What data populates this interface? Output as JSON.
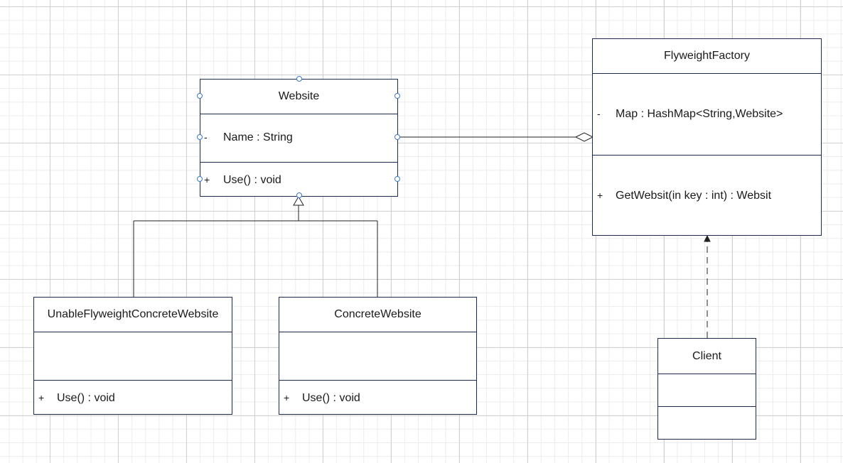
{
  "diagram": {
    "website": {
      "name": "Website",
      "attributes": [
        {
          "visibility": "-",
          "text": "Name : String"
        }
      ],
      "operations": [
        {
          "visibility": "+",
          "text": "Use() : void"
        }
      ]
    },
    "flyweight_factory": {
      "name": "FlyweightFactory",
      "attributes": [
        {
          "visibility": "-",
          "text": "Map : HashMap<String,Website>"
        }
      ],
      "operations": [
        {
          "visibility": "+",
          "text": "GetWebsit(in key : int) : Websit"
        }
      ]
    },
    "unable_flyweight_concrete_website": {
      "name": "UnableFlyweightConcreteWebsite",
      "operations": [
        {
          "visibility": "+",
          "text": "Use() : void"
        }
      ]
    },
    "concrete_website": {
      "name": "ConcreteWebsite",
      "operations": [
        {
          "visibility": "+",
          "text": "Use() : void"
        }
      ]
    },
    "client": {
      "name": "Client"
    },
    "relationships": [
      {
        "type": "generalization",
        "from": "UnableFlyweightConcreteWebsite",
        "to": "Website"
      },
      {
        "type": "generalization",
        "from": "ConcreteWebsite",
        "to": "Website"
      },
      {
        "type": "aggregation",
        "whole": "FlyweightFactory",
        "part": "Website"
      },
      {
        "type": "dependency",
        "from": "Client",
        "to": "FlyweightFactory"
      }
    ],
    "colors": {
      "border": "#1d2a52",
      "line": "#222222",
      "selection_handle": "#3a78c9",
      "grid_major": "#d0d0d0",
      "grid_minor": "#ececec"
    }
  }
}
